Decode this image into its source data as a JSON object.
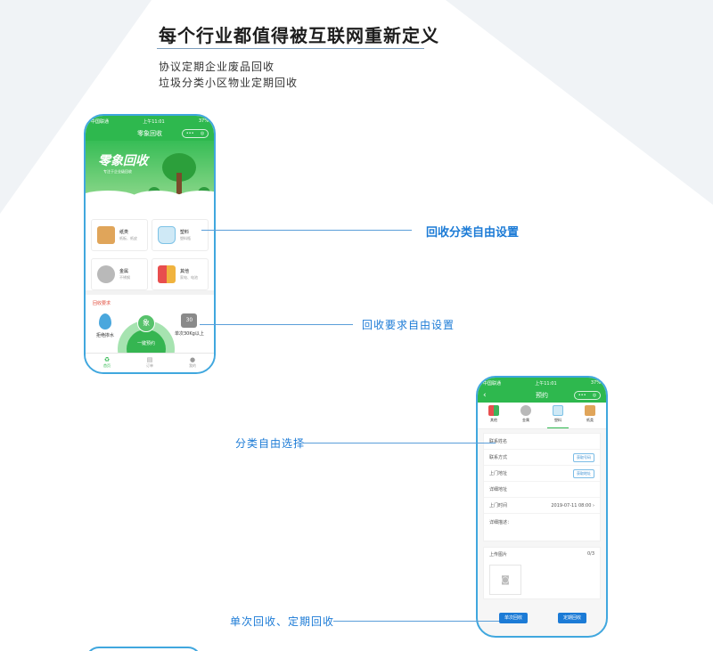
{
  "header": {
    "title": "每个行业都值得被互联网重新定义",
    "lines": [
      "协议定期企业废品回收",
      "垃圾分类小区物业定期回收"
    ]
  },
  "callouts": {
    "category_setting": "回收分类自由设置",
    "requirement_setting": "回收要求自由设置",
    "category_select": "分类自由选择",
    "recycle_mode": "单次回收、定期回收"
  },
  "phone1": {
    "status_carrier": "中国联通",
    "status_time": "上午11:01",
    "status_battery": "37%",
    "nav_title": "零象回收",
    "banner_logo": "零象回收",
    "banner_slogan": "专注于企业级回收",
    "categories": [
      {
        "name": "纸类",
        "desc": "纸板、纸皮"
      },
      {
        "name": "塑料",
        "desc": "塑料瓶"
      },
      {
        "name": "金属",
        "desc": "不锈钢"
      },
      {
        "name": "其他",
        "desc": "家电、电池"
      }
    ],
    "requirements_title": "回收要求",
    "req_left": "拒绝掺水",
    "req_right": "单次30Kg以上",
    "req_weight_mark": "30",
    "onekey_icon": "象",
    "onekey_label": "一键预约",
    "tabs": [
      "首页",
      "订单",
      "我的"
    ]
  },
  "phone2": {
    "status_carrier": "中国联通",
    "status_time": "上午11:01",
    "status_battery": "37%",
    "nav_title": "预约",
    "cat_tabs": [
      "其他",
      "金属",
      "塑料",
      "纸类"
    ],
    "fields": {
      "contact_name": "联系姓名",
      "contact_method": "联系方式",
      "contact_btn": "获取号码",
      "address": "上门地址",
      "address_btn": "获取地址",
      "detail_address": "详细地址",
      "visit_time": "上门时间",
      "visit_time_value": "2019-07-11 08:00",
      "detail_desc": "详细描述："
    },
    "upload_label": "上传图片",
    "upload_count": "0/3",
    "btn_single": "单次回收",
    "btn_periodic": "定期回收"
  },
  "icons": {
    "back": "chevron-left-icon",
    "more": "more-dots-icon",
    "target": "target-icon",
    "camera": "camera-icon"
  },
  "colors": {
    "brand_green": "#2eb84e",
    "accent_blue": "#1c7bd6",
    "frame_blue": "#40a7de"
  }
}
